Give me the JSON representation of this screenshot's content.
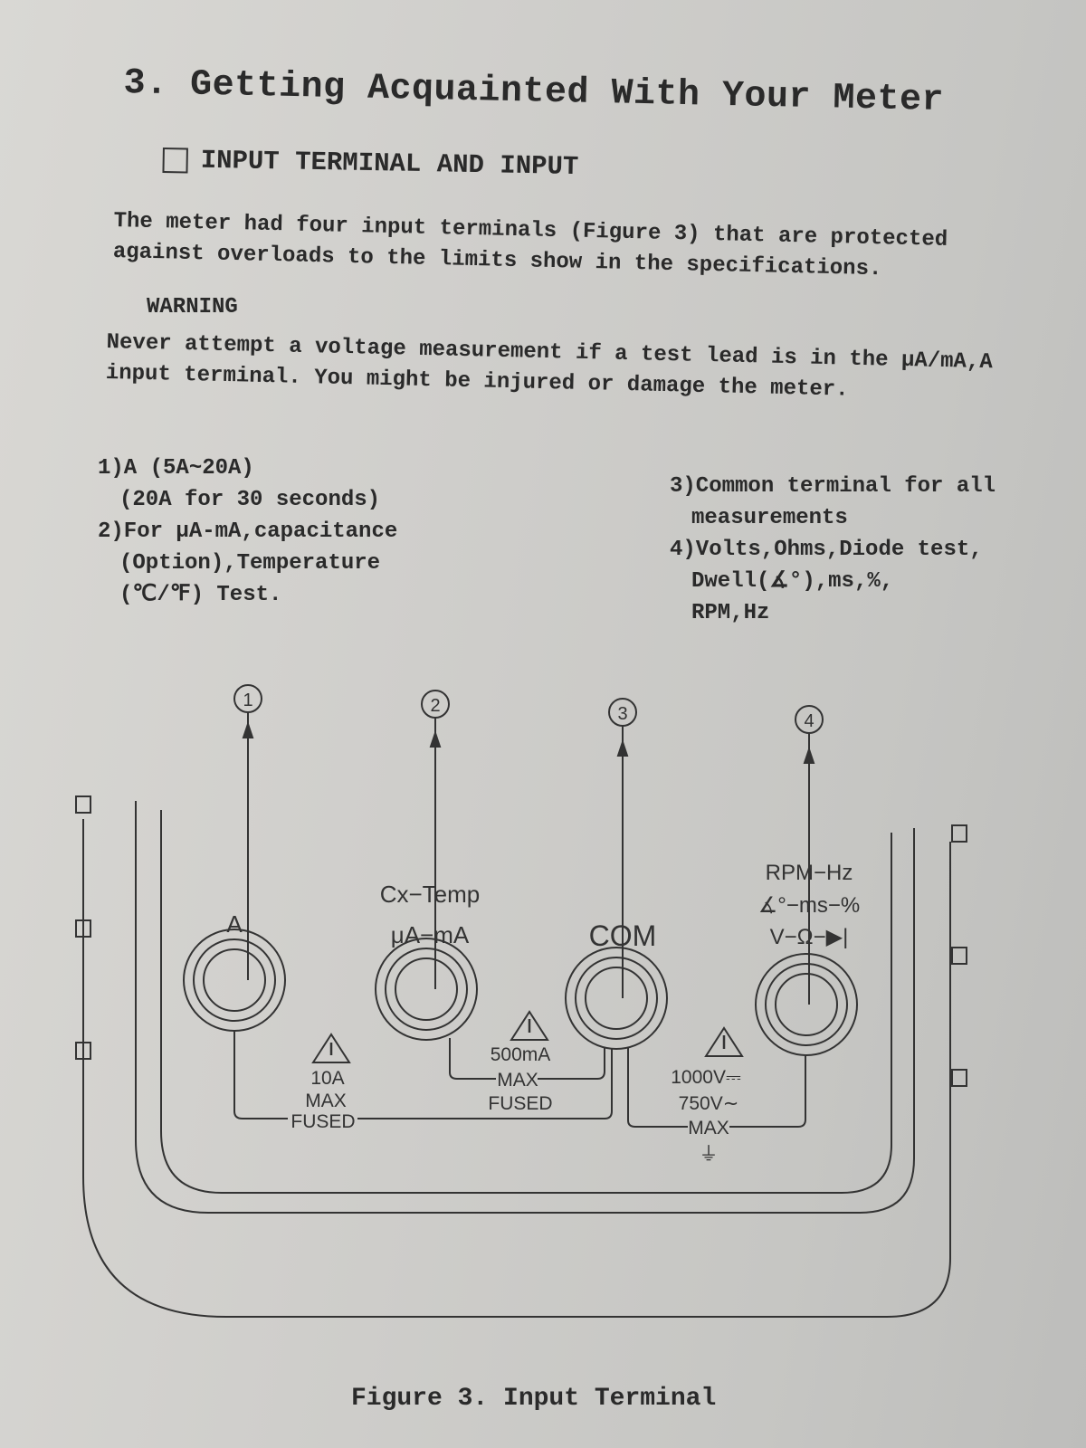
{
  "title": "3. Getting Acquainted With Your Meter",
  "section": {
    "heading": "INPUT TERMINAL AND INPUT"
  },
  "intro": [
    "The meter had four input terminals (Figure 3) that are protected",
    "against overloads to the limits show in the specifications."
  ],
  "warning": {
    "heading": "WARNING",
    "lines": [
      "Never attempt a voltage measurement if a test lead is in the μA/mA,A",
      "input terminal. You might be injured or damage the meter."
    ]
  },
  "left_list": [
    "1)A (5A~20A)",
    "(20A for 30 seconds)",
    "2)For μA-mA,capacitance",
    "(Option),Temperature",
    "(℃/℉) Test."
  ],
  "right_list": [
    "3)Common terminal for all",
    "measurements",
    "4)Volts,Ohms,Diode test,",
    "Dwell(∡°),ms,%,",
    "RPM,Hz"
  ],
  "figure": {
    "callouts": [
      "1",
      "2",
      "3",
      "4"
    ],
    "terminal_labels": {
      "t1": "A",
      "t2": [
        "Cx−Temp",
        "μA−mA"
      ],
      "t3": "COM",
      "t4": [
        "RPM−Hz",
        "∡°−ms−%",
        "V−Ω−▶|"
      ]
    },
    "ratings": {
      "r1": [
        "10A",
        "MAX",
        "FUSED"
      ],
      "r2": [
        "500mA",
        "MAX",
        "FUSED"
      ],
      "r3": [
        "1000V⎓",
        "750V∼",
        "MAX",
        "⏚"
      ]
    },
    "caption": "Figure 3. Input Terminal"
  }
}
